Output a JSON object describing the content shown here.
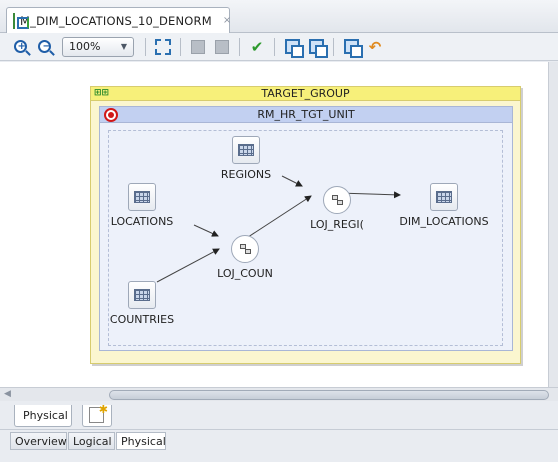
{
  "editor_tab": {
    "title": "M_DIM_LOCATIONS_10_DENORM",
    "close_label": "×"
  },
  "toolbar": {
    "zoom_level": "100%"
  },
  "diagram": {
    "target_group": {
      "title": "TARGET_GROUP"
    },
    "execution_unit": {
      "title": "RM_HR_TGT_UNIT"
    },
    "nodes": {
      "regions": "REGIONS",
      "locations": "LOCATIONS",
      "countries": "COUNTRIES",
      "loj_regions": "LOJ_REGI(",
      "loj_countries": "LOJ_COUN",
      "dim_locations": "DIM_LOCATIONS"
    }
  },
  "diagram_tabs": {
    "physical": "Physical"
  },
  "view_tabs": {
    "overview": "Overview",
    "logical": "Logical",
    "physical": "Physical"
  },
  "colors": {
    "target_group_header": "#f7f07a",
    "execution_unit_header": "#c2d0f1",
    "stop_icon": "#d11818"
  }
}
